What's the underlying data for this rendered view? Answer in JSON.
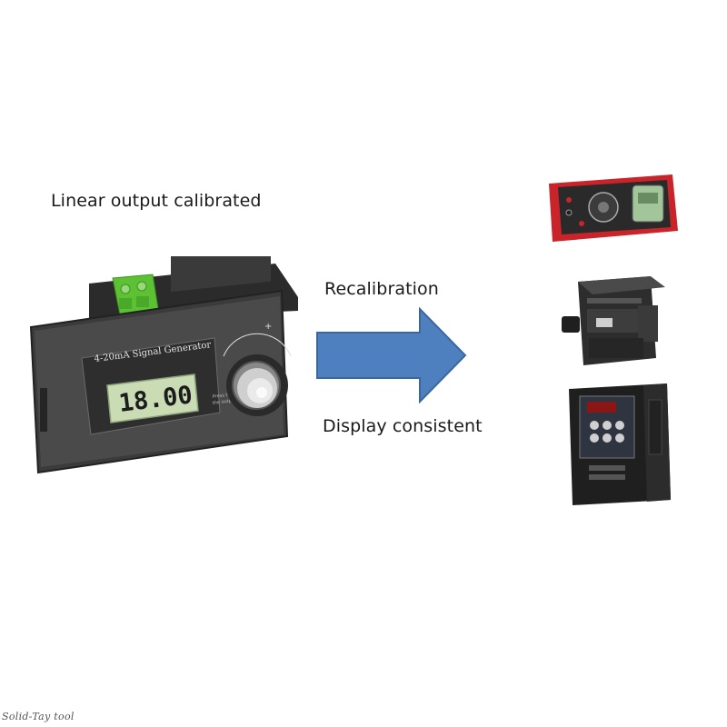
{
  "captions": {
    "linear": "Linear output calibrated",
    "recalibration": "Recalibration",
    "display": "Display consistent"
  },
  "signal_generator": {
    "panel_label": "4-20mA Signal Generator",
    "display_value": "18.00",
    "side_text_1": "Press the",
    "side_text_2": "the output",
    "knob_plus": "+"
  },
  "watermark": "Solid-Tay tool",
  "icons": {
    "arrow": "right-arrow-icon",
    "multimeter": "multimeter-icon",
    "plc": "plc-module-icon",
    "vfd": "frequency-inverter-icon"
  },
  "colors": {
    "arrow_fill": "#4e7fbf",
    "arrow_stroke": "#3a679f",
    "multimeter_body": "#c8242a",
    "lcd_green": "#c9dcb4",
    "terminal_green": "#5cc233"
  }
}
